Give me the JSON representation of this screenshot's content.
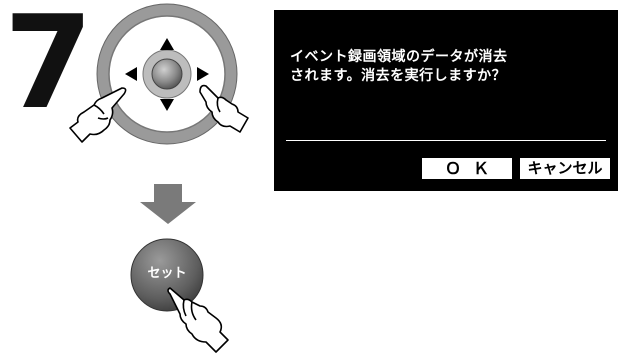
{
  "step": {
    "number": "7"
  },
  "remote": {
    "set_button_label": "セット"
  },
  "dialog": {
    "message": "イベント録画領域のデータが消去\nされます。消去を実行しますか？",
    "ok_label": "ＯＫ",
    "cancel_label": "キャンセル"
  },
  "icons": [
    "up-arrow-icon",
    "down-arrow-icon",
    "left-arrow-icon",
    "right-arrow-icon",
    "hand-pointer-icon",
    "down-block-arrow-icon"
  ],
  "colors": {
    "screen_bg": "#000000",
    "text": "#ffffff",
    "ring": "#9a9a9a",
    "button_gray": "#7a7a7a"
  }
}
